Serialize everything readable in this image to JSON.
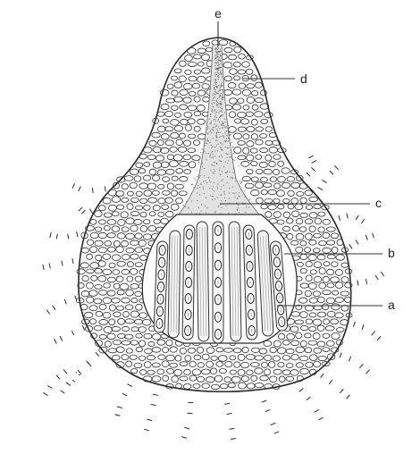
{
  "figure": {
    "labels": [
      {
        "id": "a",
        "text": "a"
      },
      {
        "id": "b",
        "text": "b"
      },
      {
        "id": "c",
        "text": "c"
      },
      {
        "id": "d",
        "text": "d"
      },
      {
        "id": "e",
        "text": "e"
      }
    ]
  }
}
